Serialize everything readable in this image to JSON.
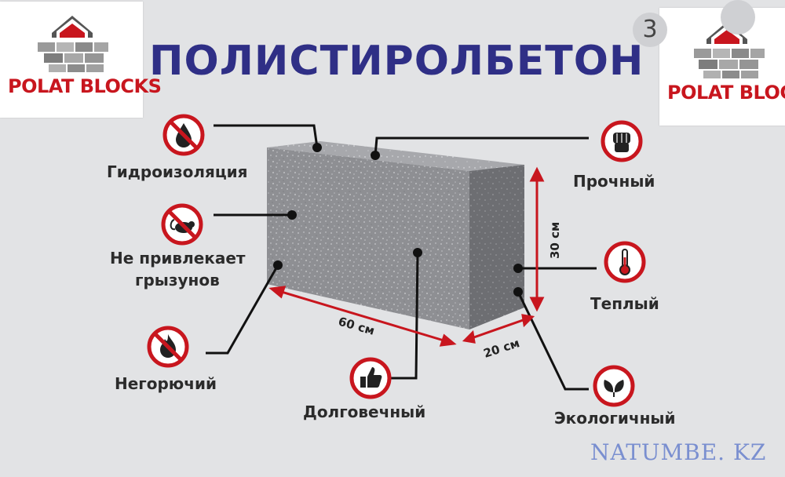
{
  "title": "ПОЛИСТИРОЛБЕТОН",
  "logo_text": "POLAT BLOCKS",
  "badge_count": "3",
  "features": {
    "waterproof": "Гидроизоляция",
    "rodents_line1": "Не привлекает",
    "rodents_line2": "грызунов",
    "fireproof": "Негорючий",
    "durable": "Долговечный",
    "strong": "Прочный",
    "warm": "Теплый",
    "eco": "Экологичный"
  },
  "dimensions": {
    "length": "60 см",
    "width": "20 см",
    "height": "30 см"
  },
  "watermark": "NATUMBE. KZ",
  "icons": {
    "waterproof": "no-water-drop-icon",
    "rodents": "no-rodent-icon",
    "fireproof": "no-fire-icon",
    "durable": "thumbs-up-icon",
    "strong": "fist-icon",
    "warm": "thermometer-icon",
    "eco": "leaves-icon"
  },
  "colors": {
    "title": "#2f2f86",
    "brand_red": "#c8161e",
    "arrow": "#c8161e",
    "background": "#e2e3e5",
    "watermark": "#7a8fd0"
  }
}
